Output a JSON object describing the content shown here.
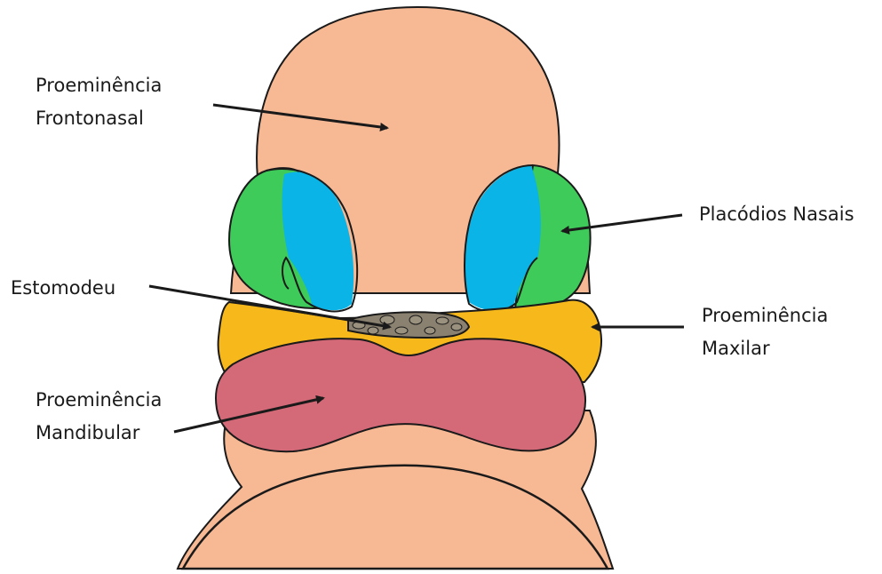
{
  "labels": {
    "frontonasal_line1": "Proeminência",
    "frontonasal_line2": "Frontonasal",
    "placodios": "Placódios Nasais",
    "estomodeu": "Estomodeu",
    "maxilar_line1": "Proeminência",
    "maxilar_line2": "Maxilar",
    "mandibular_line1": "Proeminência",
    "mandibular_line2": "Mandibular"
  },
  "colors": {
    "skin": "#f7b894",
    "placode_green": "#3ecb5a",
    "placode_blue": "#0ab4e6",
    "maxillary": "#f6b81b",
    "mandibular": "#d46a78",
    "stomodeum": "#8a8170",
    "outline": "#1a1a1a"
  }
}
